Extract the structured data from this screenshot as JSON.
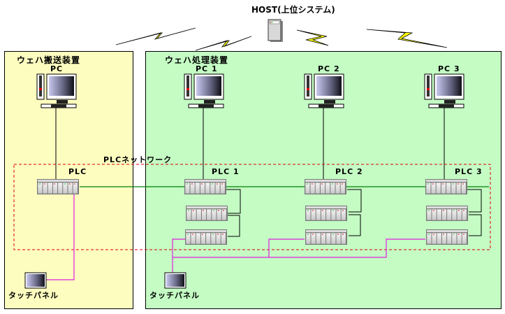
{
  "host": {
    "label": "HOST(上位システム)",
    "icon": "server-icon"
  },
  "zones": {
    "transfer": {
      "title": "ウェハ搬送装置",
      "color": "#fdfdc0"
    },
    "processing": {
      "title": "ウェハ処理装置",
      "color": "#c4fcc4"
    }
  },
  "network": {
    "label": "PLCネットワーク",
    "border_color": "#e00000"
  },
  "pcs": [
    {
      "label": "PC"
    },
    {
      "label": "PC 1"
    },
    {
      "label": "PC 2"
    },
    {
      "label": "PC 3"
    }
  ],
  "plcs": [
    {
      "label": "PLC"
    },
    {
      "label": "PLC 1"
    },
    {
      "label": "PLC 2"
    },
    {
      "label": "PLC 3"
    }
  ],
  "touch_panels": [
    {
      "label": "タッチパネル"
    },
    {
      "label": "タッチパネル"
    }
  ],
  "colors": {
    "network_line": "#008000",
    "panel_line": "#e020e0",
    "lightning": "#ffff00"
  }
}
